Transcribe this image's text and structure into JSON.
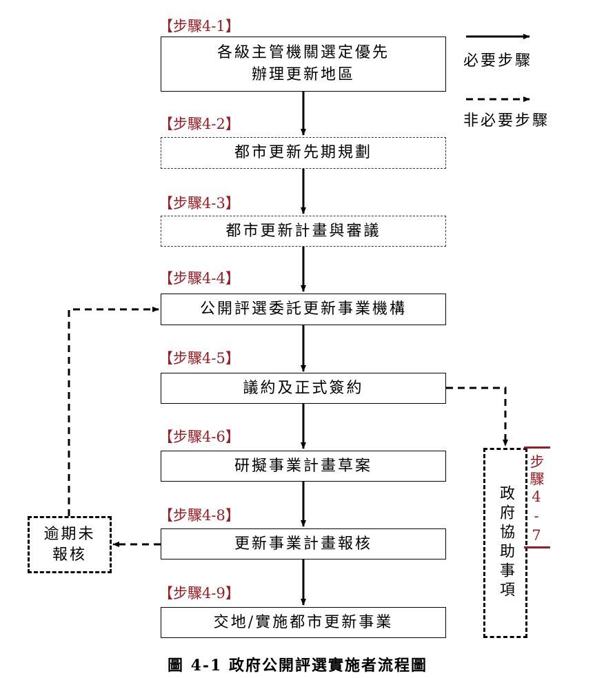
{
  "legend": {
    "required": "必要步驟",
    "optional": "非必要步驟"
  },
  "steps": [
    {
      "label": "【步驟4-1】",
      "text": "各級主管機關選定優先\n辦理更新地區",
      "type": "required"
    },
    {
      "label": "【步驟4-2】",
      "text": "都市更新先期規劃",
      "type": "optional"
    },
    {
      "label": "【步驟4-3】",
      "text": "都市更新計畫與審議",
      "type": "optional"
    },
    {
      "label": "【步驟4-4】",
      "text": "公開評選委託更新事業機構",
      "type": "required"
    },
    {
      "label": "【步驟4-5】",
      "text": "議約及正式簽約",
      "type": "required"
    },
    {
      "label": "【步驟4-6】",
      "text": "研擬事業計畫草案",
      "type": "required"
    },
    {
      "label": "【步驟4-8】",
      "text": "更新事業計畫報核",
      "type": "required"
    },
    {
      "label": "【步驟4-9】",
      "text": "交地/實施都市更新事業",
      "type": "required"
    }
  ],
  "overdue_box": "逾期未\n報核",
  "gov_assist_box": "政府協助事項",
  "step47_label": "步驟4-7",
  "caption": "圖 4-1  政府公開評選實施者流程圖"
}
